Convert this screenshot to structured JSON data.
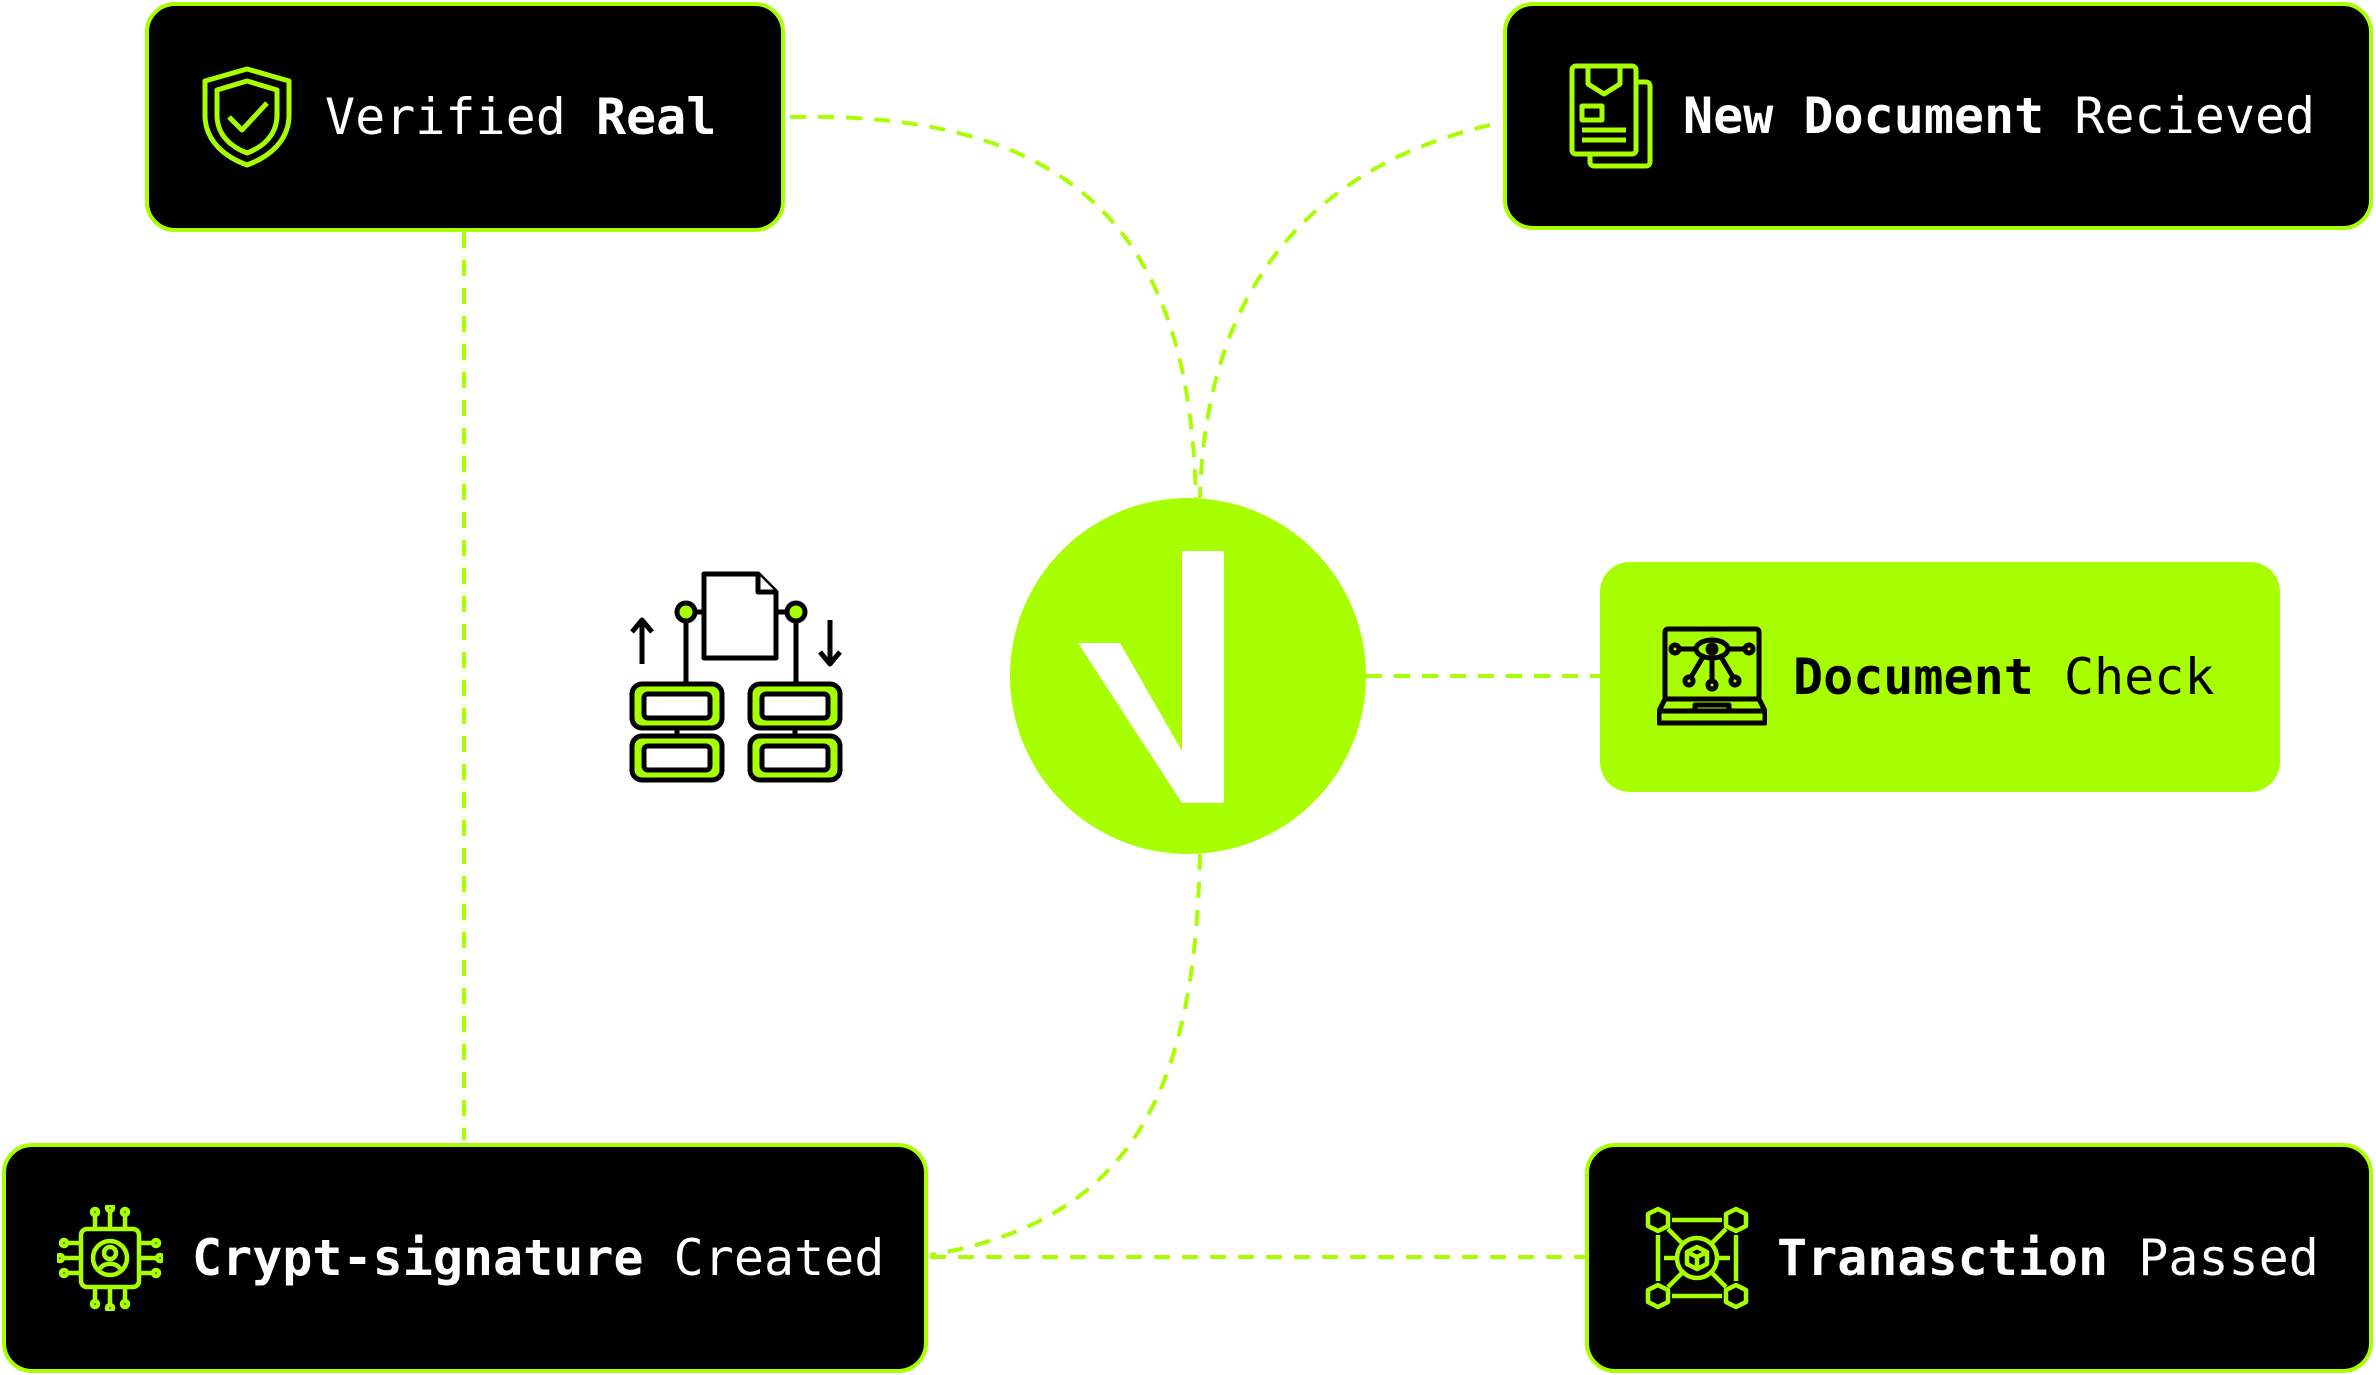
{
  "colors": {
    "accent": "#a8ff00",
    "card_dark": "#000000",
    "text_light": "#ffffff",
    "text_dark": "#000000"
  },
  "hub": {
    "logo": "check-logo"
  },
  "cards": {
    "verified_real": {
      "light": "Verified",
      "bold": "Real",
      "icon": "shield-check-icon"
    },
    "new_document": {
      "bold": "New Document",
      "light": "Recieved",
      "icon": "document-stack-icon"
    },
    "document_check": {
      "bold": "Document",
      "light": "Check",
      "icon": "laptop-scan-icon"
    },
    "crypt_signature": {
      "bold": "Crypt-signature",
      "light": "Created",
      "icon": "chip-user-icon"
    },
    "transaction": {
      "bold": "Tranasction",
      "light": "Passed",
      "icon": "blockchain-network-icon"
    }
  },
  "center_graphic": {
    "icon": "server-document-sync-icon"
  }
}
